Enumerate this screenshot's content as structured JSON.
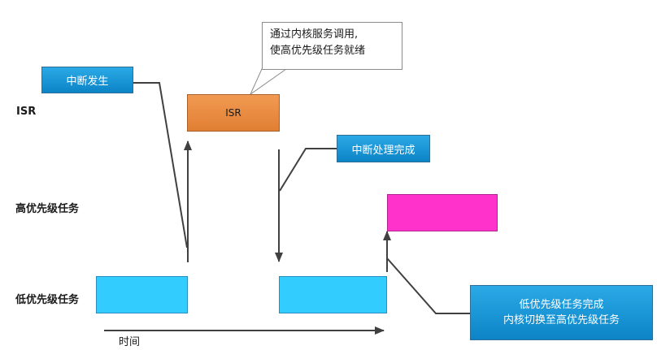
{
  "rows": {
    "isr": "ISR",
    "high": "高优先级任务",
    "low": "低优先级任务"
  },
  "blocks": {
    "isr_label": "ISR"
  },
  "callouts": {
    "interrupt_occurs": "中断发生",
    "interrupt_done": "中断处理完成",
    "low_done_line1": "低优先级任务完成",
    "low_done_line2": "内核切换至高优先级任务"
  },
  "note": {
    "line1": "通过内核服务调用,",
    "line2": "使高优先级任务就绪"
  },
  "axis": {
    "time_label": "时间"
  },
  "colors": {
    "low_task": "#33ccff",
    "isr_block": "#ed8f45",
    "high_task": "#ff33cc",
    "callout": "#1a9ad6",
    "arrow": "#404040"
  }
}
